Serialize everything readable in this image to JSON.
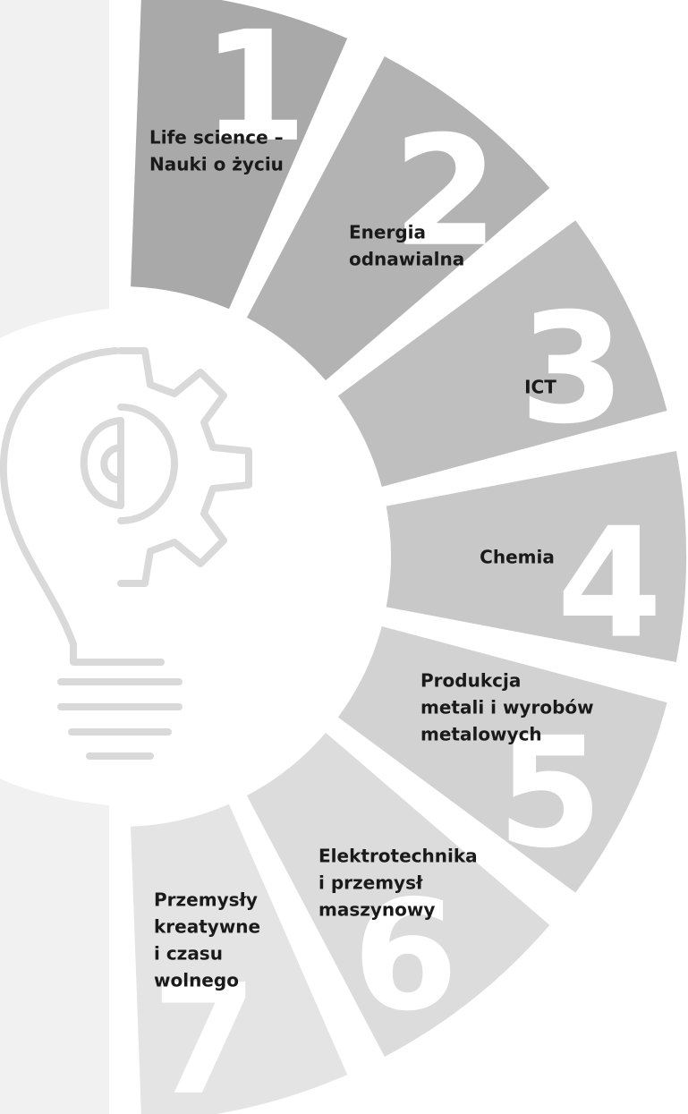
{
  "diagram": {
    "segments": [
      {
        "number": "1",
        "label_lines": [
          "Life science –",
          "Nauki o życiu"
        ],
        "color": "#a9a9a9"
      },
      {
        "number": "2",
        "label_lines": [
          "Energia",
          "odnawialna"
        ],
        "color": "#b3b3b3"
      },
      {
        "number": "3",
        "label_lines": [
          "ICT"
        ],
        "color": "#bfbfbf"
      },
      {
        "number": "4",
        "label_lines": [
          "Chemia"
        ],
        "color": "#c8c8c8"
      },
      {
        "number": "5",
        "label_lines": [
          "Produkcja",
          "metali i wyrobów",
          "metalowych"
        ],
        "color": "#d2d2d2"
      },
      {
        "number": "6",
        "label_lines": [
          "Elektrotechnika",
          "i przemysł",
          "maszynowy"
        ],
        "color": "#dcdcdc"
      },
      {
        "number": "7",
        "label_lines": [
          "Przemysły",
          "kreatywne",
          "i czasu",
          "wolnego"
        ],
        "color": "#e4e4e4"
      }
    ],
    "center_icon": "lightbulb-gear-icon",
    "background_arc_color": "#f1f1f1",
    "icon_color": "#d9d9d9"
  }
}
